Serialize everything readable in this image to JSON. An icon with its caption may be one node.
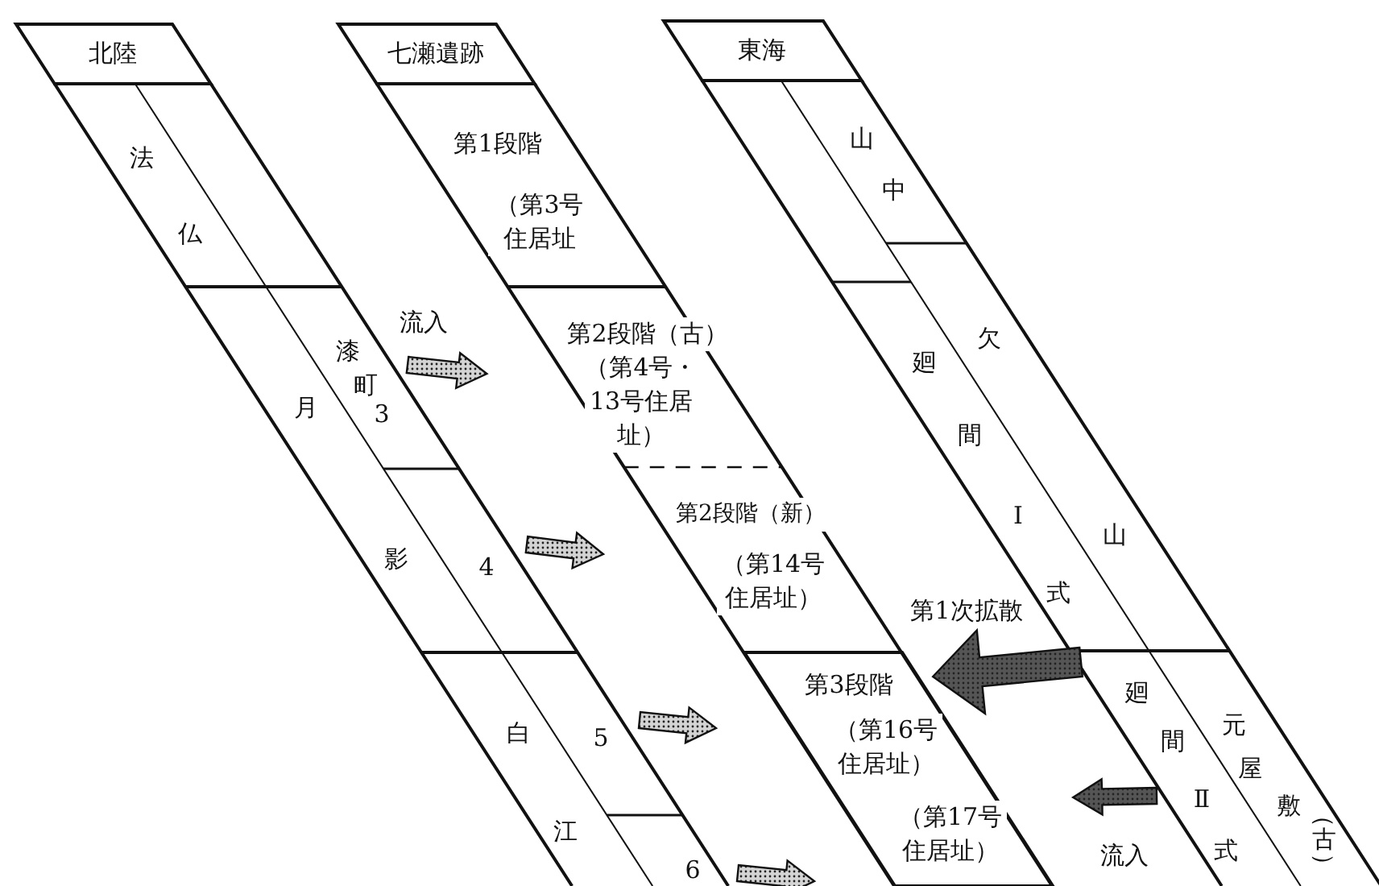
{
  "diagram": {
    "nodes": [
      {
        "text": [
          "北陸"
        ]
      },
      {
        "text": [
          "法仏"
        ]
      },
      {
        "text": [
          "月",
          "影"
        ]
      },
      {
        "text": [
          "白",
          "江"
        ]
      },
      {
        "text": [
          "漆町3"
        ]
      },
      {
        "text": [
          "4"
        ]
      },
      {
        "text": [
          "5"
        ]
      },
      {
        "text": [
          "6"
        ]
      },
      {
        "text": [
          "七瀬遺跡"
        ]
      },
      {
        "text": [
          "第1段階",
          "（第3号住居址"
        ]
      },
      {
        "text": [
          "第2段階（古）",
          "（第4号・13号住居址）"
        ]
      },
      {
        "text": [
          "第2段階（新）",
          "（第14号住居址）"
        ]
      },
      {
        "text": [
          "第3段階",
          "（第16号住居址）",
          "（第17号住居址）"
        ]
      },
      {
        "text": [
          "東海"
        ]
      },
      {
        "text": [
          "山中"
        ]
      },
      {
        "text": [
          "廻間Ⅰ式"
        ]
      },
      {
        "text": [
          "欠",
          "山"
        ]
      },
      {
        "text": [
          "廻間Ⅱ式"
        ]
      },
      {
        "text": [
          "元屋敷（古）"
        ]
      }
    ],
    "edges": [
      {
        "from": 4,
        "to": 10,
        "arrow": "to",
        "label": "流入"
      },
      {
        "from": 5,
        "to": 11,
        "arrow": "to"
      },
      {
        "from": 6,
        "to": 12,
        "arrow": "to"
      },
      {
        "from": 7,
        "to": 12,
        "arrow": "to"
      },
      {
        "from": null,
        "to": 12,
        "arrow": "to",
        "label": "第1次拡散",
        "color": "#555555"
      },
      {
        "from": null,
        "to": 12,
        "arrow": "to",
        "label": "流入",
        "color": "#555555"
      }
    ]
  }
}
